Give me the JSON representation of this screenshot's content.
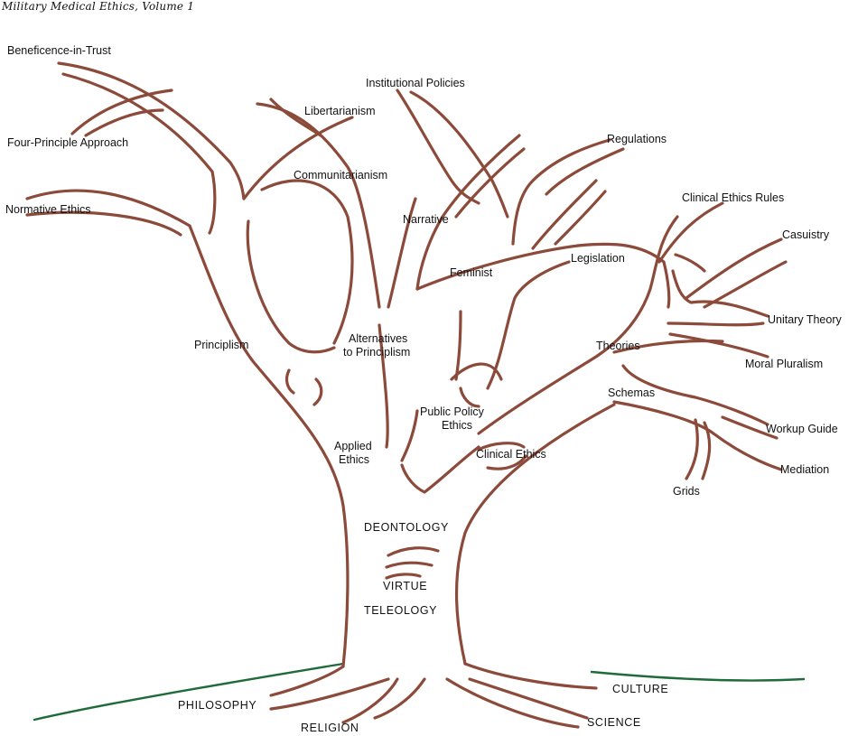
{
  "header": {
    "running_head": "Military Medical Ethics, Volume 1"
  },
  "colors": {
    "branch": "#8b4a3a",
    "ground": "#1f6b3a",
    "text": "#111111"
  },
  "labels": {
    "beneficence_in_trust": "Beneficence-in-Trust",
    "four_principle": "Four-Principle Approach",
    "normative_ethics": "Normative Ethics",
    "libertarianism": "Libertarianism",
    "communitarianism": "Communitarianism",
    "institutional_policies": "Institutional Policies",
    "regulations": "Regulations",
    "narrative": "Narrative",
    "feminist": "Feminist",
    "legislation": "Legislation",
    "clinical_ethics_rules": "Clinical Ethics Rules",
    "casuistry": "Casuistry",
    "unitary_theory": "Unitary Theory",
    "moral_pluralism": "Moral Pluralism",
    "theories": "Theories",
    "schemas": "Schemas",
    "workup_guide": "Workup Guide",
    "mediation": "Mediation",
    "grids": "Grids",
    "alternatives_1": "Alternatives",
    "alternatives_2": "to Principlism",
    "principlism": "Principlism",
    "public_policy_1": "Public Policy",
    "public_policy_2": "Ethics",
    "applied_1": "Applied",
    "applied_2": "Ethics",
    "clinical_ethics": "Clinical Ethics",
    "deontology": "DEONTOLOGY",
    "virtue": "VIRTUE",
    "teleology": "TELEOLOGY",
    "philosophy": "PHILOSOPHY",
    "religion": "RELIGION",
    "culture": "CULTURE",
    "science": "SCIENCE"
  }
}
